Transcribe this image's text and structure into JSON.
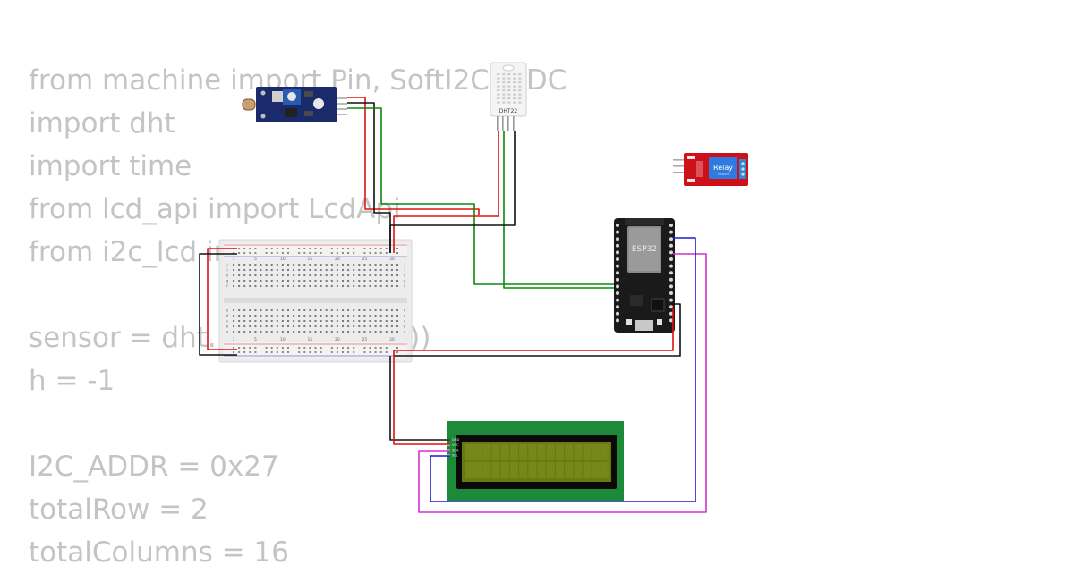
{
  "code_lines": [
    "from machine import Pin, SoftI2C, ADC",
    "import dht",
    "import time",
    "from lcd_api import LcdApi",
    "from i2c_lcd import I2cLcd",
    "",
    "sensor = dht.DHT22(Pin(14))",
    "h = -1",
    "",
    "I2C_ADDR = 0x27",
    "totalRow = 2",
    "totalColumns = 16"
  ],
  "components": {
    "dht": {
      "label": "DHT22"
    },
    "relay": {
      "label": "Relay",
      "sublabel": "Module"
    },
    "esp32": {
      "label": "ESP32"
    },
    "breadboard": {
      "col_labels": [
        "1",
        "5",
        "10",
        "15",
        "20",
        "25",
        "30"
      ],
      "row_labels": [
        "a",
        "b",
        "c",
        "d",
        "e",
        "f",
        "g",
        "h",
        "i",
        "j"
      ]
    },
    "lcd": {
      "pins": [
        "GND",
        "VCC",
        "SDA",
        "SCL"
      ]
    }
  },
  "colors": {
    "wire_red": "#e01010",
    "wire_black": "#111111",
    "wire_green": "#0a8a0a",
    "wire_blue": "#1a1ad0",
    "wire_magenta": "#d030d0",
    "lcd_board": "#1d8a3a",
    "lcd_screen": "#6b7a10",
    "relay_board": "#d01018",
    "esp32_board": "#1a1a1a",
    "sensor_board": "#1a2a6b"
  }
}
